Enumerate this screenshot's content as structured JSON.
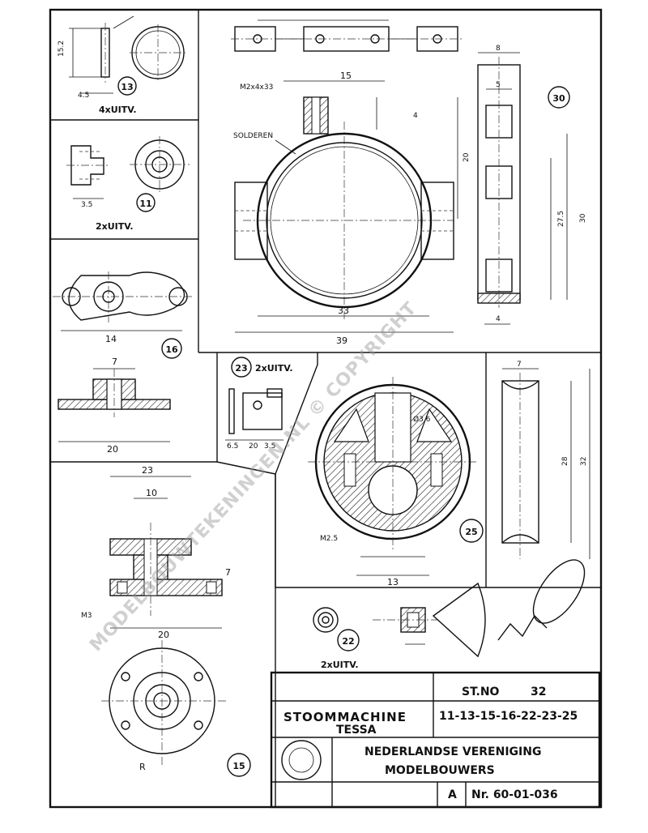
{
  "details": {
    "d13": {
      "number": "13",
      "qty": "4xUITV."
    },
    "d11": {
      "number": "11",
      "qty": "2xUITV."
    },
    "d16": {
      "number": "16",
      "dims": [
        "14",
        "7",
        "20"
      ]
    },
    "d23": {
      "number": "23",
      "qty": "2xUITV."
    },
    "d30": {
      "number": "30",
      "note_thread": "M2x4x33",
      "note_solder": "SOLDEREN",
      "dims": [
        "15",
        "33",
        "39",
        "20",
        "8",
        "5",
        "4",
        "30",
        "27.5"
      ]
    },
    "d25": {
      "number": "25",
      "dims": [
        "7",
        "28",
        "32",
        "13",
        "M2.5",
        "Ø3.6"
      ]
    },
    "d15": {
      "number": "15",
      "dims": [
        "23",
        "10",
        "20",
        "7",
        "M3",
        "R"
      ]
    },
    "d22": {
      "number": "22",
      "qty": "2xUITV."
    }
  },
  "title_block": {
    "sheet_label": "ST.NO",
    "sheet_number": "32",
    "machine_name": "STOOMMACHINE",
    "model_name": "TESSA",
    "part_list": "11-13-15-16-22-23-25",
    "association_line1": "NEDERLANDSE VERENIGING",
    "association_line2": "MODELBOUWERS",
    "drawing_number": "Nr. 60-01-036",
    "scale_label": "A"
  },
  "watermark": "MODELBOUWTEKENINGEN.NL © COPYRIGHT"
}
